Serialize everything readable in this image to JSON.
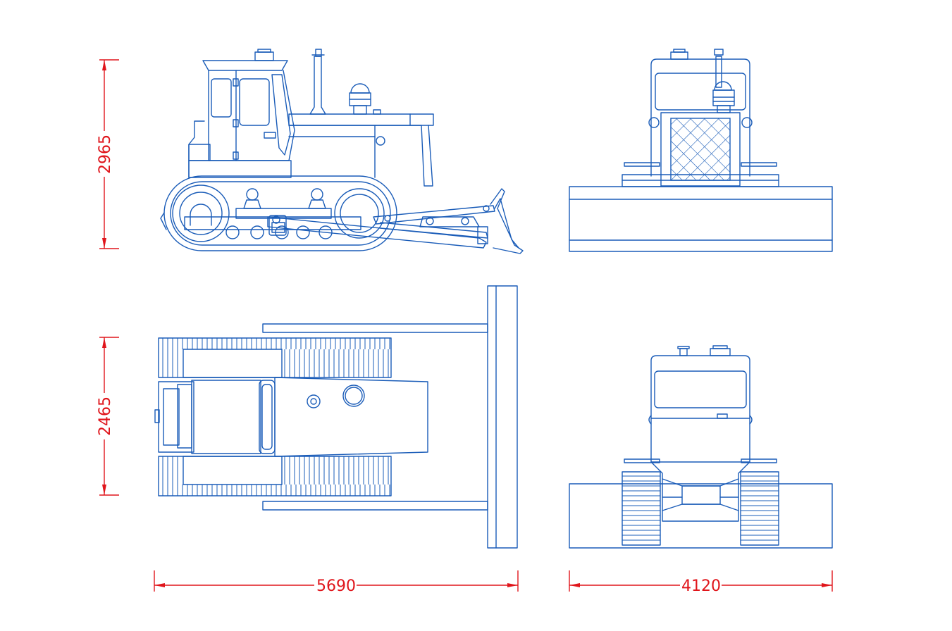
{
  "dimensions": {
    "height": "2965",
    "width": "2465",
    "length": "5690",
    "blade_width": "4120"
  },
  "colors": {
    "drawing_line": "#1a5cb8",
    "dimension_line": "#e0151b",
    "background": "#ffffff"
  }
}
